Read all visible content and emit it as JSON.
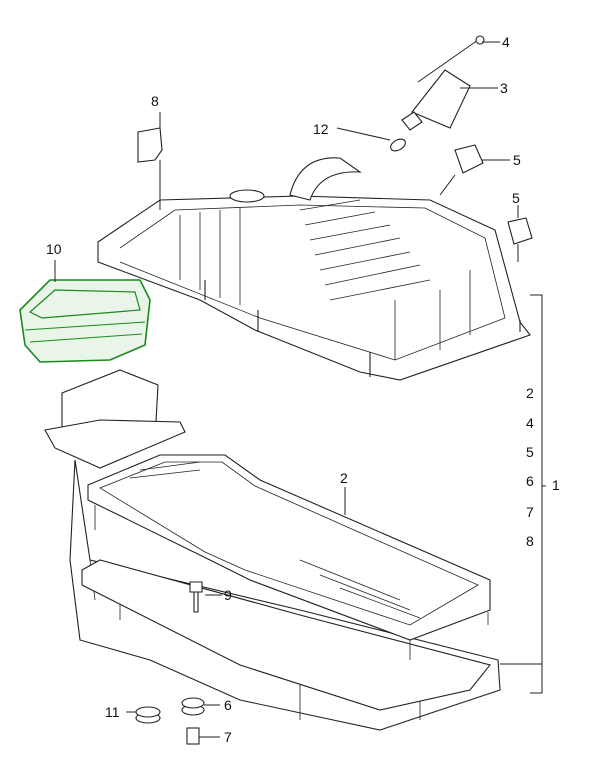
{
  "callouts": {
    "c4": "4",
    "c3": "3",
    "c8": "8",
    "c12": "12",
    "c5a": "5",
    "c5b": "5",
    "c10": "10",
    "c2": "2",
    "c9": "9",
    "c11": "11",
    "c6": "6",
    "c7": "7"
  },
  "assembly": {
    "number": "1",
    "includes": [
      "2",
      "4",
      "5",
      "6",
      "7",
      "8"
    ]
  },
  "colors": {
    "highlight": "#1a8a1a",
    "line": "#222222"
  }
}
